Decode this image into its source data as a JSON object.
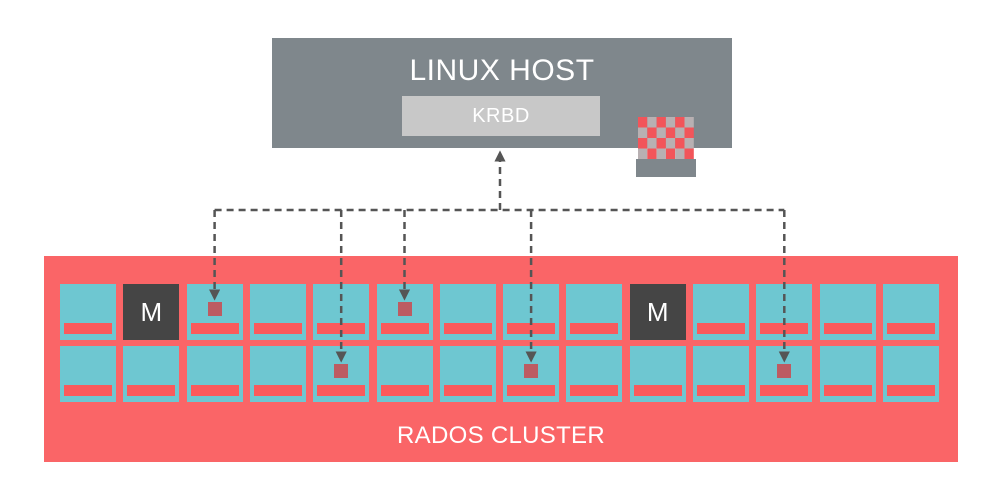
{
  "host": {
    "title": "LINUX HOST",
    "client_label": "KRBD"
  },
  "cluster": {
    "label": "RADOS CLUSTER",
    "rows": [
      [
        "osd",
        "mon",
        "osd",
        "osd",
        "osd",
        "osd",
        "osd",
        "osd",
        "osd",
        "mon",
        "osd",
        "osd",
        "osd",
        "osd"
      ],
      [
        "osd",
        "osd",
        "osd",
        "osd",
        "osd",
        "osd",
        "osd",
        "osd",
        "osd",
        "osd",
        "osd",
        "osd",
        "osd",
        "osd"
      ]
    ],
    "monitor_label": "M",
    "object_locations": [
      [
        0,
        2
      ],
      [
        0,
        5
      ],
      [
        1,
        4
      ],
      [
        1,
        7
      ],
      [
        1,
        11
      ]
    ]
  },
  "colors": {
    "host": "#7f878c",
    "client": "#c8c8c8",
    "cluster": "#fa6567",
    "osd": "#6ec7d1",
    "disk": "#fa5a5c",
    "monitor": "#454545",
    "object": "#bd5b62",
    "arrow": "#555555"
  },
  "icons": {
    "rbd_image": "checkered-image-icon"
  }
}
